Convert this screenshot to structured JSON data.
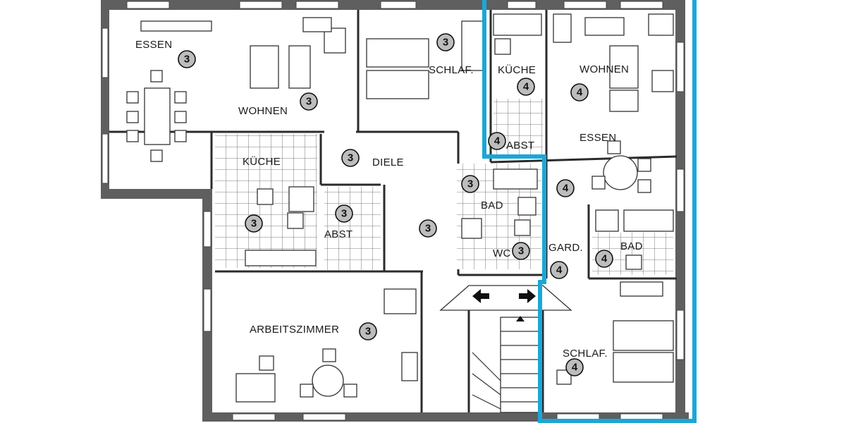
{
  "rooms": {
    "essen_left": "ESSEN",
    "wohnen_left": "WOHNEN",
    "schlaf_top": "SCHLAF.",
    "kueche_right": "KÜCHE",
    "wohnen_right": "WOHNEN",
    "abst_right": "ABST",
    "essen_right": "ESSEN",
    "kueche_left": "KÜCHE",
    "diele": "DIELE",
    "bad_mid": "BAD",
    "abst_left": "ABST",
    "wc": "WC",
    "gard": "GARD.",
    "bad_right": "BAD",
    "arbeitszimmer": "ARBEITSZIMMER",
    "schlaf_right": "SCHLAF."
  },
  "badges": {
    "essen_left": "3",
    "wohnen_left": "3",
    "schlaf_top": "3",
    "kueche_right": "4",
    "wohnen_right": "4",
    "abst_right": "4",
    "diele": "3",
    "bad_mid": "3",
    "hall_right": "4",
    "kueche_left": "3",
    "abst_left": "3",
    "diele_lower": "3",
    "wc": "3",
    "gard": "4",
    "bad_right": "4",
    "arbeitszimmer": "3",
    "schlaf_right": "4"
  },
  "colors": {
    "unit_outline": "#1aa7d8",
    "walls": "#5f5f5f",
    "badge_fill": "#bdbdbd"
  },
  "icons": [
    "arrow-left-icon",
    "arrow-right-icon",
    "stair-up-triangle-icon"
  ]
}
